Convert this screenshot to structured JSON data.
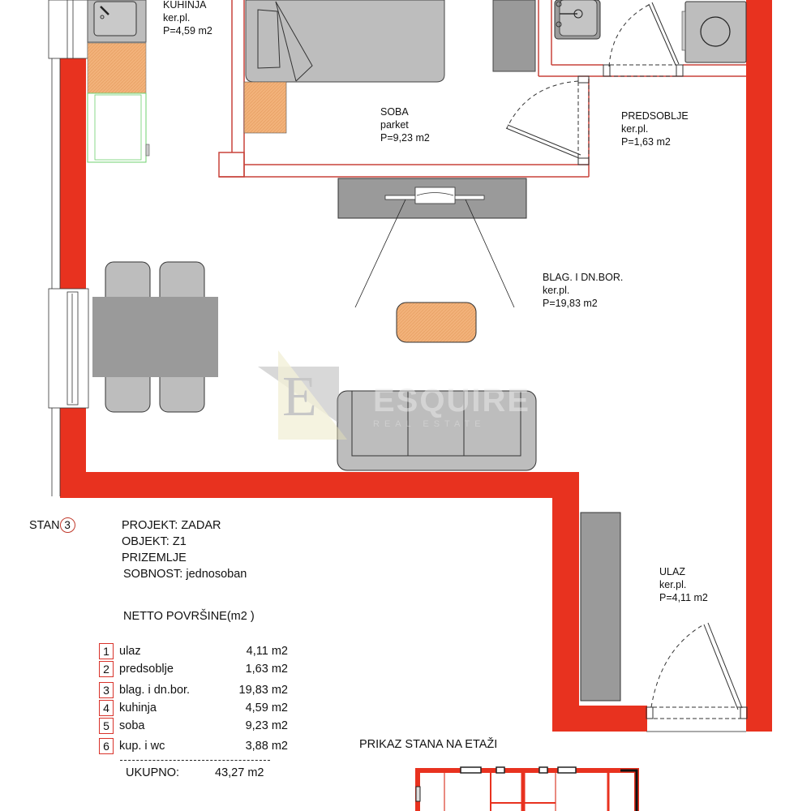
{
  "rooms": {
    "kuhinja": {
      "name": "KUHINJA",
      "floor": "ker.pl.",
      "area": "P=4,59 m2"
    },
    "soba": {
      "name": "SOBA",
      "floor": "parket",
      "area": "P=9,23 m2"
    },
    "predsoblje": {
      "name": "PREDSOBLJE",
      "floor": "ker.pl.",
      "area": "P=1,63 m2"
    },
    "blagovaonica": {
      "name": "BLAG. I DN.BOR.",
      "floor": "ker.pl.",
      "area": "P=19,83 m2"
    },
    "ulaz": {
      "name": "ULAZ",
      "floor": "ker.pl.",
      "area": "P=4,11 m2"
    }
  },
  "watermark": {
    "brand": "ESQUIRE",
    "tagline": "REAL ESTATE",
    "monogram": "E"
  },
  "info": {
    "stan_label": "STAN",
    "stan_number": "3",
    "projekt": "PROJEKT: ZADAR",
    "objekt": "OBJEKT: Z1",
    "etaza": "PRIZEMLJE",
    "sobnost": "SOBNOST: jednosoban",
    "netto_title": "NETTO POVRŠINE(m2 )"
  },
  "areas": [
    {
      "num": "1",
      "name": "ulaz",
      "value": "4,11 m2"
    },
    {
      "num": "2",
      "name": "predsoblje",
      "value": "1,63 m2"
    },
    {
      "num": "3",
      "name": "blag. i dn.bor.",
      "value": "19,83 m2"
    },
    {
      "num": "4",
      "name": "kuhinja",
      "value": "4,59 m2"
    },
    {
      "num": "5",
      "name": "soba",
      "value": "9,23 m2"
    },
    {
      "num": "6",
      "name": "kup. i wc",
      "value": "3,88 m2"
    }
  ],
  "total": {
    "label": "UKUPNO:",
    "value": "43,27 m2"
  },
  "overview": {
    "title": "PRIKAZ STANA NA ETAŽI"
  },
  "colors": {
    "wall": "#e8321f",
    "partition": "#c8423a",
    "furniture": "#bdbdbd",
    "furniture_dark": "#9a9a9a",
    "wood": "#f2b27a",
    "appliance_green": "#6fd16f"
  }
}
